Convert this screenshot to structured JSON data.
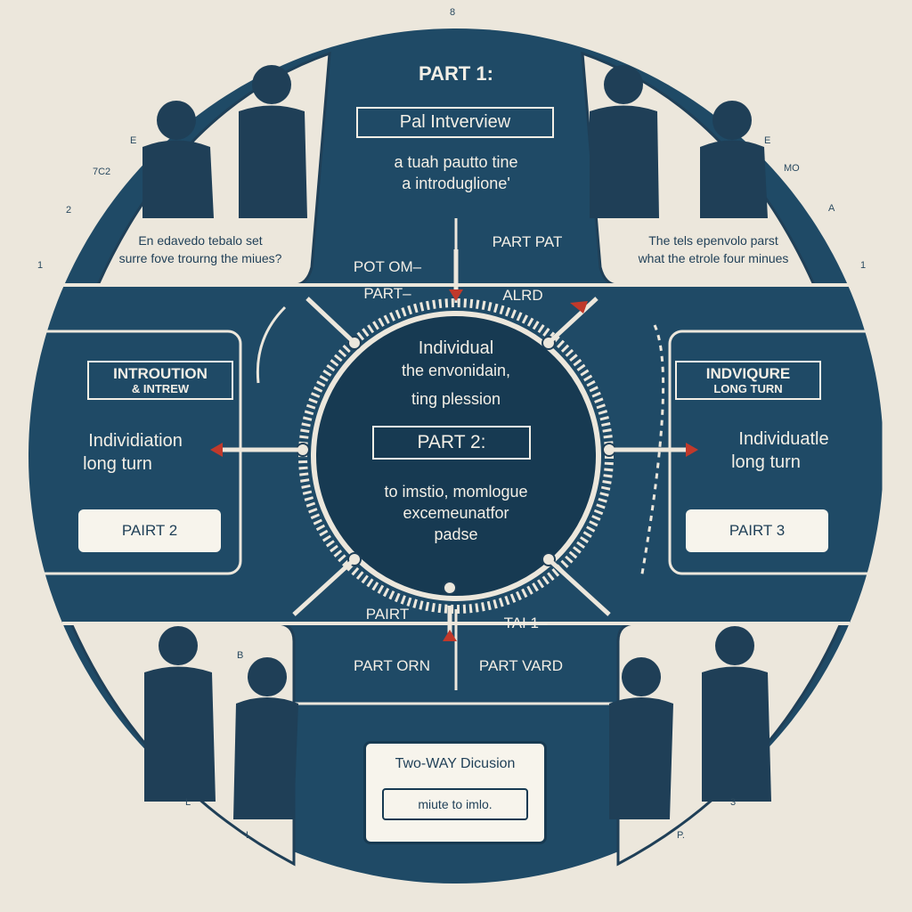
{
  "colors": {
    "navy": "#1f4a66",
    "navy_dark": "#173a52",
    "paper": "#ece7dc",
    "panel": "#f3efe6",
    "arrow_head": "#c0392b"
  },
  "top": {
    "title": "PART 1:",
    "box": "Pal Intverview",
    "line1": "a tuah pautto tine",
    "line2": "a introduglione'"
  },
  "top_left_note": {
    "line1": "En edavedo tebalo set",
    "line2": "surre fove trourng the miues?"
  },
  "top_right_note": {
    "line1": "The tels epenvolo parst",
    "line2": "what the etrole four minues"
  },
  "upper_labels": {
    "left1": "POT OM–",
    "left2": "PART–",
    "right1": "PART PAT",
    "right2": "ALRD"
  },
  "left": {
    "box_line1": "INTROUTION",
    "box_line2": "& INTREW",
    "text1": "Individiation",
    "text2": "long turn",
    "button": "PAIRT 2"
  },
  "right": {
    "box_line1": "INDVIQURE",
    "box_line2": "LONG TURN",
    "text1": "Individuatle",
    "text2": "long turn",
    "button": "PAIRT 3"
  },
  "center": {
    "line1": "Individual",
    "line2": "the envonidain,",
    "line3": "ting plession",
    "box": "PART 2:",
    "line4": "to imstio, momlogue",
    "line5": "excemeunatfor",
    "line6": "padse"
  },
  "lower_labels": {
    "left1": "PAIRT",
    "left2": "PART ORN",
    "right1": "TAI 1–",
    "right2": "PART VARD"
  },
  "bottom": {
    "box_line1": "Two-WAY Dicusion",
    "box_line2": "miute to imlo."
  },
  "margin_marks": [
    "8",
    "E",
    "7C2",
    "2",
    "1",
    "E",
    "MO",
    "A",
    "1",
    "L",
    "L",
    "3",
    "P.",
    "B"
  ]
}
